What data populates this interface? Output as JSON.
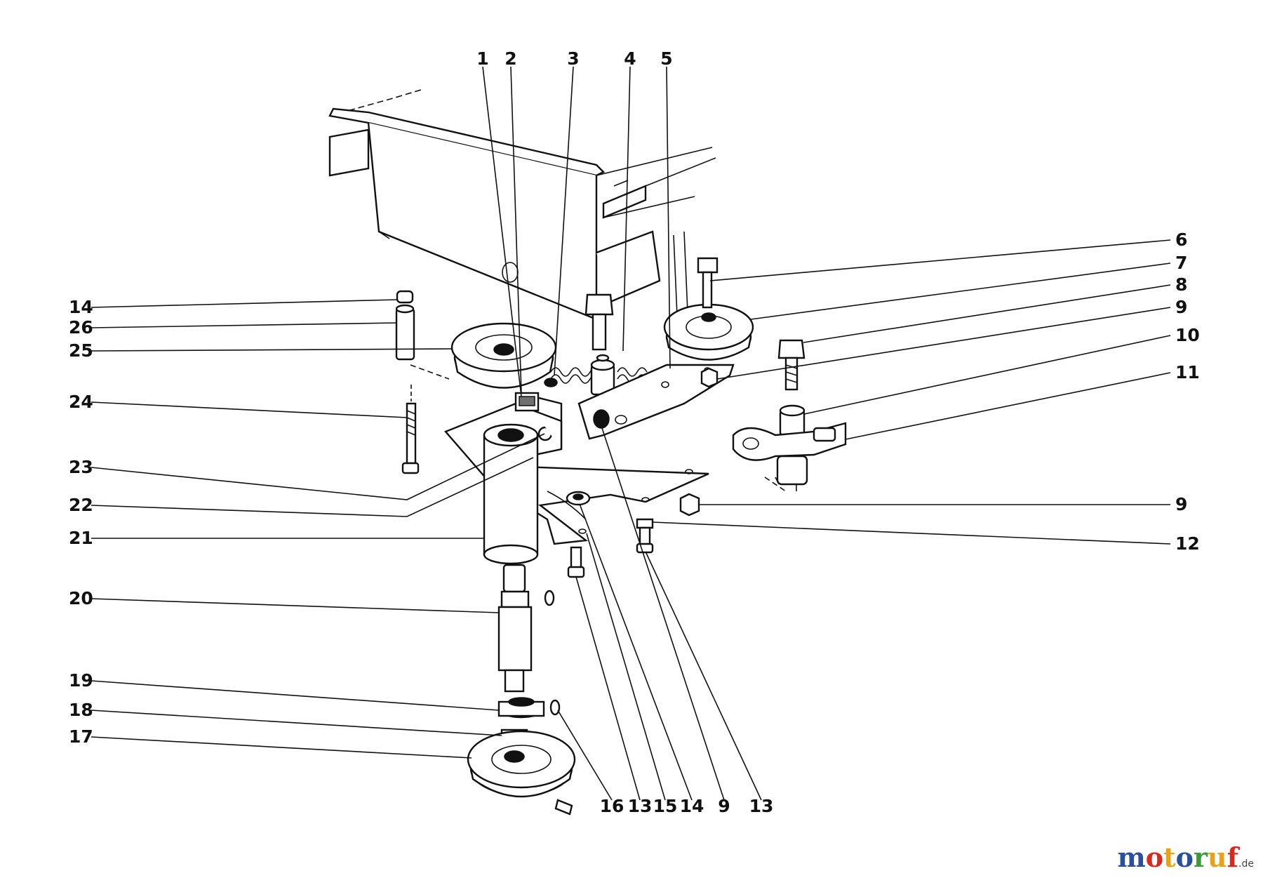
{
  "callouts": [
    {
      "label": "1",
      "at": "top"
    },
    {
      "label": "2",
      "at": "top"
    },
    {
      "label": "3",
      "at": "top"
    },
    {
      "label": "4",
      "at": "top"
    },
    {
      "label": "5",
      "at": "top"
    },
    {
      "label": "6",
      "at": "right"
    },
    {
      "label": "7",
      "at": "right"
    },
    {
      "label": "8",
      "at": "right"
    },
    {
      "label": "9",
      "at": "right"
    },
    {
      "label": "10",
      "at": "right"
    },
    {
      "label": "11",
      "at": "right"
    },
    {
      "label": "9",
      "at": "right"
    },
    {
      "label": "12",
      "at": "right"
    },
    {
      "label": "14",
      "at": "left"
    },
    {
      "label": "26",
      "at": "left"
    },
    {
      "label": "25",
      "at": "left"
    },
    {
      "label": "24",
      "at": "left"
    },
    {
      "label": "23",
      "at": "left"
    },
    {
      "label": "22",
      "at": "left"
    },
    {
      "label": "21",
      "at": "left"
    },
    {
      "label": "20",
      "at": "left"
    },
    {
      "label": "19",
      "at": "left"
    },
    {
      "label": "18",
      "at": "left"
    },
    {
      "label": "17",
      "at": "left"
    },
    {
      "label": "16",
      "at": "bottom"
    },
    {
      "label": "13",
      "at": "bottom"
    },
    {
      "label": "15",
      "at": "bottom"
    },
    {
      "label": "14",
      "at": "bottom"
    },
    {
      "label": "9",
      "at": "bottom"
    },
    {
      "label": "13",
      "at": "bottom"
    }
  ],
  "watermark": {
    "text": "motoruf",
    "suffix": ".de",
    "colors": [
      "#2a4f9c",
      "#d9281e",
      "#e8a21a",
      "#2a4f9c",
      "#3b9a3b",
      "#e8a21a",
      "#d9281e"
    ]
  }
}
